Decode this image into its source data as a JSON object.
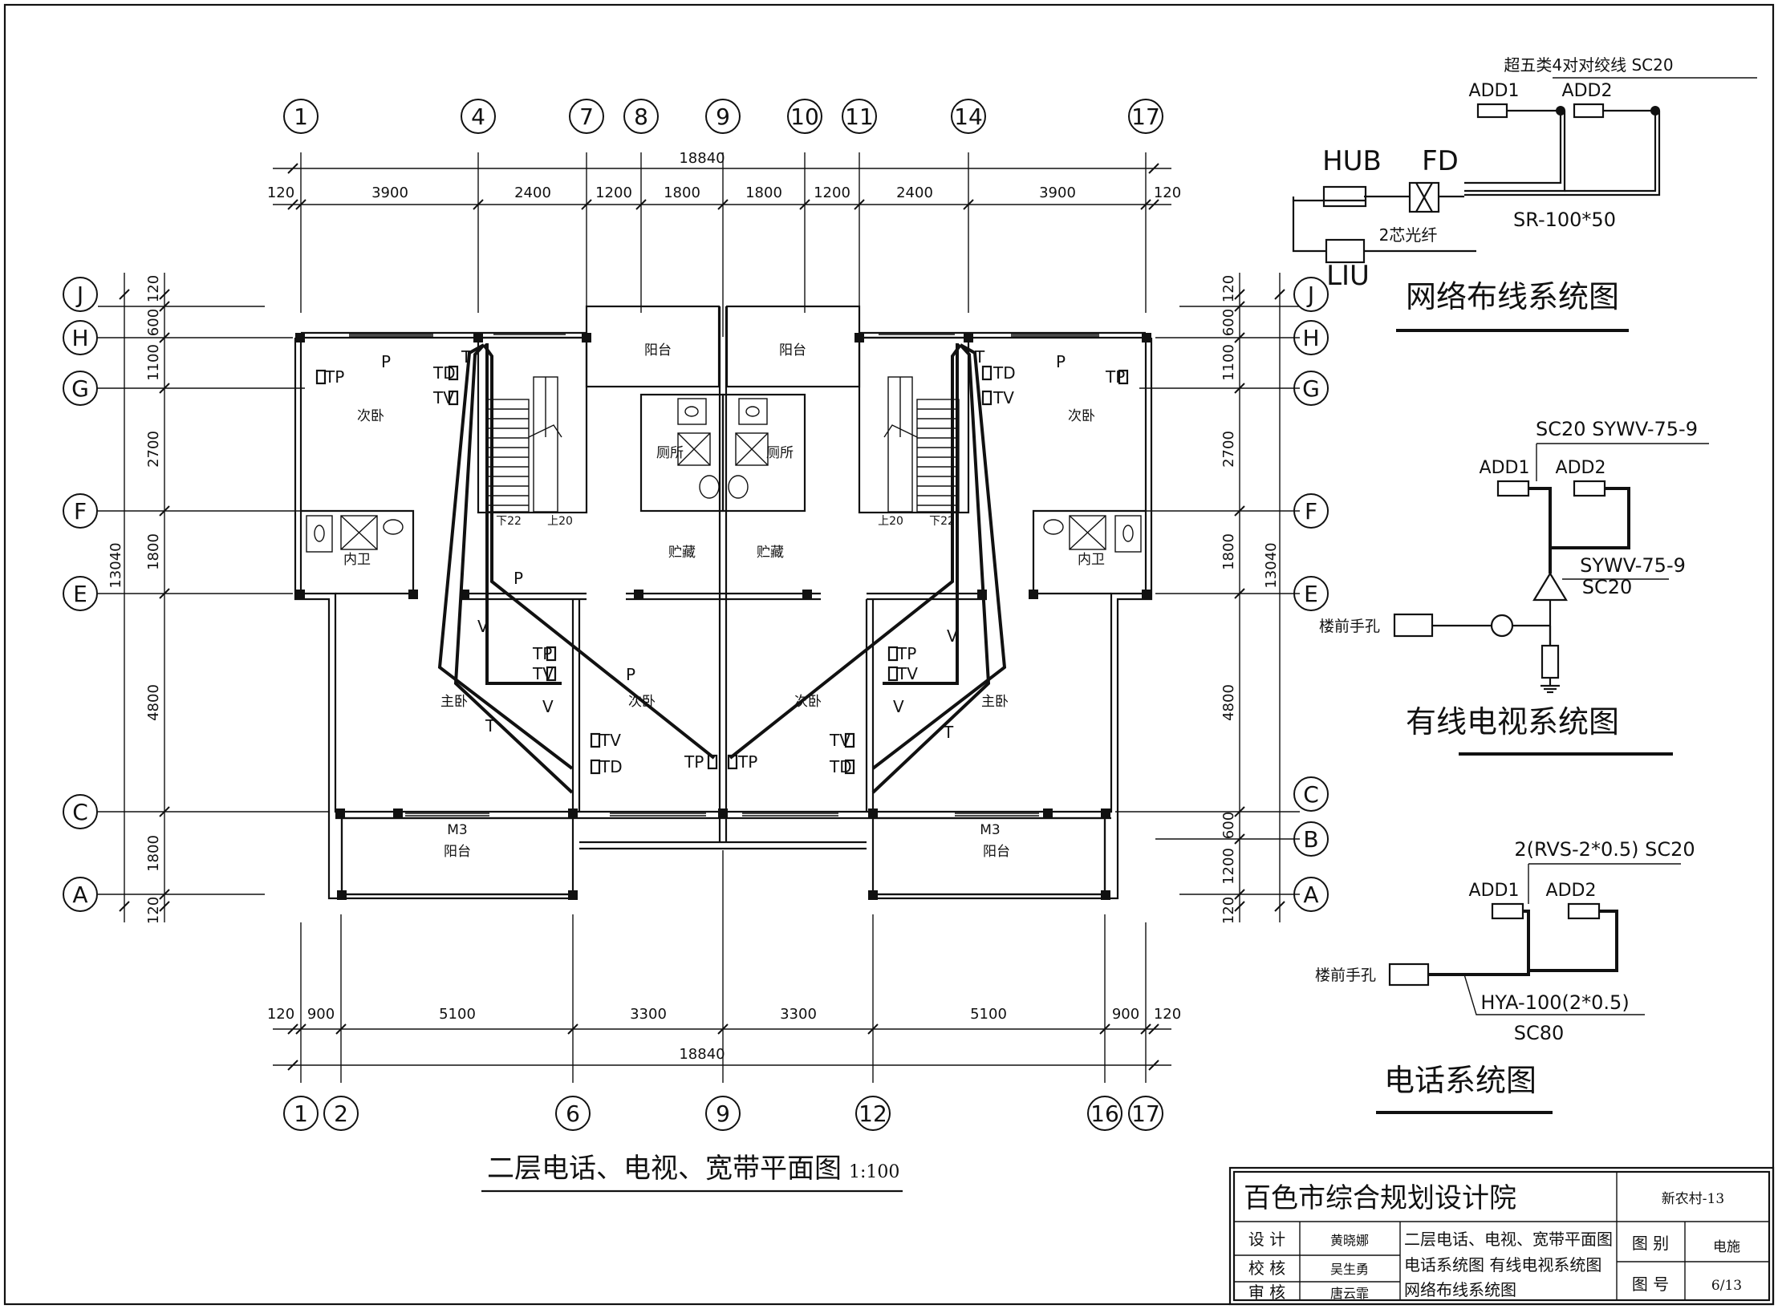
{
  "plan": {
    "title": "二层电话、电视、宽带平面图",
    "scale": "1:100",
    "axes_top": [
      "1",
      "4",
      "7",
      "8",
      "9",
      "10",
      "11",
      "14",
      "17"
    ],
    "axes_bottom": [
      "1",
      "2",
      "6",
      "9",
      "12",
      "16",
      "17"
    ],
    "axes_left": [
      "J",
      "H",
      "G",
      "F",
      "E",
      "C",
      "A"
    ],
    "axes_right": [
      "J",
      "H",
      "G",
      "F",
      "E",
      "C",
      "B",
      "A"
    ],
    "dims_top_total": "18840",
    "dims_top": [
      "120",
      "3900",
      "2400",
      "1200",
      "1800",
      "1800",
      "1200",
      "2400",
      "3900",
      "120"
    ],
    "dims_bottom_total": "18840",
    "dims_bottom": [
      "120",
      "900",
      "5100",
      "3300",
      "3300",
      "5100",
      "900",
      "120"
    ],
    "dims_left_total": "13040",
    "dims_left": [
      "120",
      "600",
      "1100",
      "2700",
      "1800",
      "4800",
      "1800",
      "120"
    ],
    "dims_right_total": "13040",
    "dims_right": [
      "120",
      "600",
      "1100",
      "2700",
      "1800",
      "4800",
      "600",
      "1200",
      "120"
    ],
    "rooms": {
      "balcony_top_l": "阳台",
      "balcony_top_r": "阳台",
      "bed2_l": "次卧",
      "bed2_r": "次卧",
      "toilet_l": "厕所",
      "toilet_r": "厕所",
      "storage_l": "贮藏",
      "storage_r": "贮藏",
      "bath_l": "内卫",
      "bath_r": "内卫",
      "master_l": "主卧",
      "master_r": "主卧",
      "bed2b_l": "次卧",
      "bed2b_r": "次卧",
      "door_l": "M3",
      "door_r": "M3",
      "balcony_bot_l": "阳台",
      "balcony_bot_r": "阳台"
    },
    "stairs": {
      "down_l": "下22",
      "up_l": "上20",
      "up_r": "上20",
      "down_r": "下22"
    },
    "outlets": {
      "tp": "TP",
      "td": "TD",
      "tv": "TV",
      "tp_r": "TP"
    },
    "wire_tags": {
      "p": "P",
      "t": "T",
      "v": "V"
    }
  },
  "network": {
    "title": "网络布线系统图",
    "cable": "超五类4对对绞线 SC20",
    "add1": "ADD1",
    "add2": "ADD2",
    "hub": "HUB",
    "fd": "FD",
    "liu": "LIU",
    "fiber": "2芯光纤",
    "tray": "SR-100*50"
  },
  "catv": {
    "title": "有线电视系统图",
    "cable_top": "SC20 SYWV-75-9",
    "add1": "ADD1",
    "add2": "ADD2",
    "cable_amp": "SYWV-75-9",
    "conduit": "SC20",
    "handhole": "楼前手孔"
  },
  "phone": {
    "title": "电话系统图",
    "cable_top": "2(RVS-2*0.5) SC20",
    "add1": "ADD1",
    "add2": "ADD2",
    "handhole": "楼前手孔",
    "trunk": "HYA-100(2*0.5)",
    "conduit": "SC80"
  },
  "titleblock": {
    "institute": "百色市综合规划设计院",
    "project": "新农村-13",
    "design_label": "设 计",
    "design_name": "黄晓娜",
    "check_label": "校 核",
    "check_name": "吴生勇",
    "review_label": "审 核",
    "review_name": "唐云霏",
    "drawing_title_1": "二层电话、电视、宽带平面图",
    "drawing_title_2": "电话系统图 有线电视系统图",
    "drawing_title_3": "网络布线系统图",
    "category_label": "图 别",
    "category_value": "电施",
    "number_label": "图 号",
    "number_value": "6/13"
  }
}
